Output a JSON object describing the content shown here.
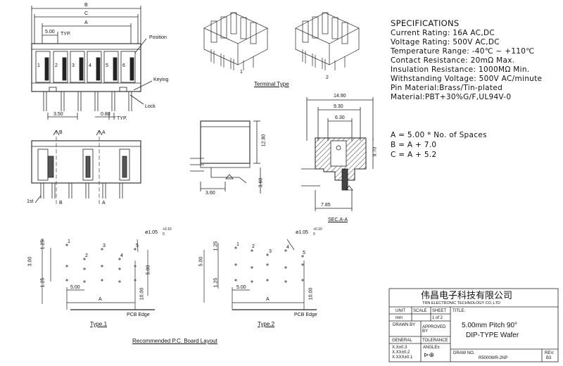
{
  "specs": {
    "heading": "SPECIFICATIONS",
    "lines": [
      "Current Rating: 16A AC,DC",
      "Voltage Rating: 500V AC,DC",
      "Temperature Range: -40℃ ~ +110℃",
      "Contact Resistance: 20mΩ Max.",
      "Insulation Resistance: 1000MΩ Min.",
      "Withstanding Voltage: 500V AC/minute",
      "Pin Material:Brass/Tin-plated",
      "Material:PBT+30%G/F,UL94V-0"
    ]
  },
  "formulas": [
    "A = 5.00 * No. of Spaces",
    "B = A + 7.0",
    "C = A + 5.2"
  ],
  "front_view": {
    "dim_B": "B",
    "dim_C": "C",
    "dim_A": "A",
    "pitch": "5.00",
    "pitch_note": "TYP.",
    "pin_numbers": [
      "1",
      "2",
      "3",
      "4",
      "5",
      "6"
    ],
    "callout_position": "Position",
    "callout_keying": "Keying",
    "callout_lock": "Lock",
    "dim_350": "3.50",
    "dim_080": "0.80",
    "dim_080_note": "TYP."
  },
  "bottom_view": {
    "section_B": "B",
    "section_A": "A",
    "first_pin": "1st"
  },
  "terminal_type": {
    "caption": "Terminal Type",
    "variant1": "1",
    "variant2": "2"
  },
  "side_view": {
    "dim_height": "12.80",
    "dim_depth": "3.60",
    "dim_pin": "3.60"
  },
  "section_view": {
    "dim_width": "14.90",
    "dim_930": "9.30",
    "dim_630": "6.30",
    "dim_970": "9.70",
    "dim_785": "7.85",
    "caption": "SEC.A-A"
  },
  "layout1": {
    "hole_label": "ø1.05",
    "tol_plus": "+0.10",
    "tol_minus": "0",
    "hole_numbers": [
      "1",
      "2",
      "3",
      "4",
      "5"
    ],
    "dim_125a": "1.25",
    "dim_300": "3.00",
    "dim_125b": "1.25",
    "dim_500v": "5.00",
    "dim_500h": "5.00",
    "dim_1000": "10.00",
    "dim_A": "A",
    "edge": "PCB Edge",
    "caption": "Type.1"
  },
  "layout2": {
    "hole_label": "ø1.05",
    "tol_plus": "+0.10",
    "tol_minus": "0",
    "hole_numbers": [
      "1",
      "2",
      "3",
      "4",
      "5"
    ],
    "dim_125a": "1.25",
    "dim_500v": "5.00",
    "dim_125b": "1.25",
    "dim_500h": "5.00",
    "dim_1000": "10.00",
    "dim_A": "A",
    "edge": "PCB Edge",
    "caption": "Type.2"
  },
  "pcb_caption": "Recommended P.C. Board Layout",
  "title_block": {
    "company_cn": "伟昌电子科技有限公司",
    "company_en": "TRN ELECTRONIC TECHNOLOGY CO.,LTD",
    "unit_label": "UNIT",
    "unit_value": "mm",
    "scale_label": "SCALE",
    "sheet_label": "SHEET",
    "sheet_value": "1 of 2",
    "title_label": "TITLE:",
    "title_line1": "5.00mm Pitch 90°",
    "title_line2": "DIP-TYPE Wafer",
    "drawn_by": "DRAWN BY",
    "approved_by": "APPROVED BY",
    "general": "GENERAL",
    "tolerance": "TOLERANCE",
    "tol1": "X.X±0.3",
    "tol2": "X.XX±0.2",
    "tol3": "X.XXX±0.1",
    "angle": "ANGLE±",
    "draw_no_label": "DRAW NO.",
    "draw_no_value": "R5000WR-2NP",
    "rev_label": "REV.",
    "rev_value": "B3"
  }
}
